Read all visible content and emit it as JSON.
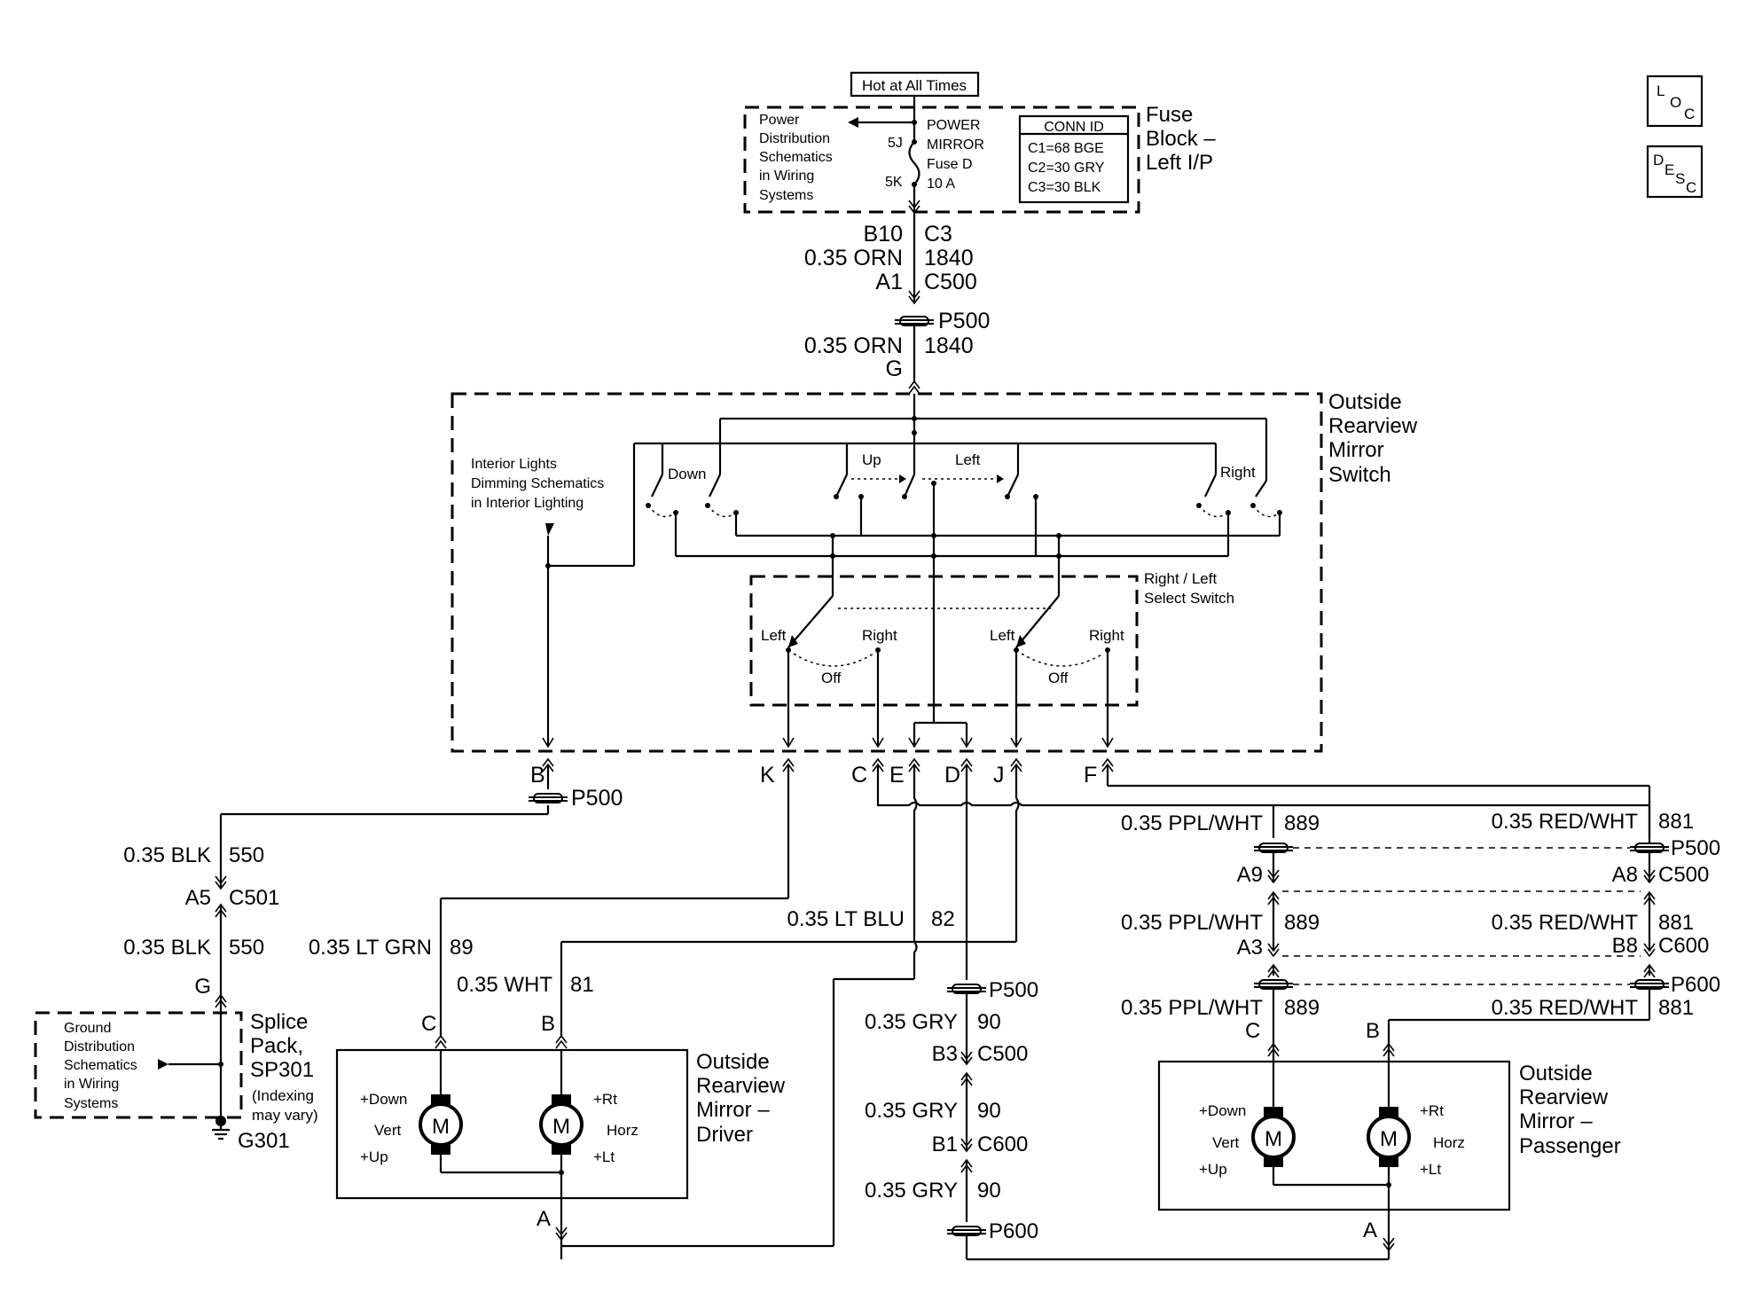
{
  "header": {
    "hot_label": "Hot at All Times",
    "fuse_block": [
      "Fuse",
      "Block –",
      "Left I/P"
    ],
    "power_dist": [
      "Power",
      "Distribution",
      "Schematics",
      "in Wiring",
      "Systems"
    ],
    "fuse_lines": [
      "POWER",
      "MIRROR",
      "Fuse D",
      "10 A"
    ],
    "fuse_5j": "5J",
    "fuse_5k": "5K",
    "conn_id_title": "CONN ID",
    "conn_ids": [
      "C1=68 BGE",
      "C2=30 GRY",
      "C3=30 BLK"
    ]
  },
  "side_icons": {
    "loc": [
      "L",
      "O",
      "C"
    ],
    "desc": [
      "D",
      "E",
      "S",
      "C"
    ]
  },
  "feed": {
    "b10": "B10",
    "c3": "C3",
    "wire1": "0.35 ORN",
    "circ1": "1840",
    "a1": "A1",
    "c500": "C500",
    "p500": "P500",
    "wire2": "0.35 ORN",
    "circ2": "1840",
    "g": "G"
  },
  "switch": {
    "title": [
      "Outside",
      "Rearview",
      "Mirror",
      "Switch"
    ],
    "interior": [
      "Interior Lights",
      "Dimming Schematics",
      "in Interior Lighting"
    ],
    "down": "Down",
    "up": "Up",
    "left": "Left",
    "right": "Right",
    "select_title": [
      "Right / Left",
      "Select Switch"
    ],
    "sel_left_1": "Left",
    "sel_right_1": "Right",
    "off_1": "Off",
    "sel_left_2": "Left",
    "sel_right_2": "Right",
    "off_2": "Off"
  },
  "pins": {
    "b": "B",
    "k": "K",
    "c": "C",
    "e": "E",
    "d": "D",
    "j": "J",
    "f": "F"
  },
  "ground": {
    "p500": "P500",
    "wire1": "0.35 BLK",
    "circ1": "550",
    "a5": "A5",
    "c501": "C501",
    "wire2": "0.35 BLK",
    "circ2": "550",
    "g": "G",
    "splice": [
      "Splice",
      "Pack,",
      "SP301"
    ],
    "indexing": [
      "(Indexing",
      "may vary)"
    ],
    "ground_dist": [
      "Ground",
      "Distribution",
      "Schematics",
      "in Wiring",
      "Systems"
    ],
    "g301": "G301"
  },
  "driver": {
    "ltgrn": "0.35 LT GRN",
    "c89": "89",
    "wht": "0.35 WHT",
    "c81": "81",
    "pin_c": "C",
    "pin_b": "B",
    "pin_a": "A",
    "title": [
      "Outside",
      "Rearview",
      "Mirror –",
      "Driver"
    ],
    "down": "+Down",
    "vert": "Vert",
    "up": "+Up",
    "rt": "+Rt",
    "horz": "Horz",
    "lt": "+Lt",
    "m": "M"
  },
  "center": {
    "ltblu": "0.35 LT BLU",
    "c82": "82",
    "p500": "P500",
    "gry1": "0.35 GRY",
    "c90a": "90",
    "b3": "B3",
    "c500": "C500",
    "gry2": "0.35 GRY",
    "c90b": "90",
    "b1": "B1",
    "c600": "C600",
    "gry3": "0.35 GRY",
    "c90c": "90",
    "p600": "P600"
  },
  "passenger": {
    "ppl1": "0.35 PPL/WHT",
    "c889a": "889",
    "red1": "0.35 RED/WHT",
    "c881a": "881",
    "p500": "P500",
    "a9": "A9",
    "a8": "A8",
    "c500": "C500",
    "ppl2": "0.35 PPL/WHT",
    "c889b": "889",
    "red2": "0.35 RED/WHT",
    "c881b": "881",
    "a3": "A3",
    "b8": "B8",
    "c600": "C600",
    "p600": "P600",
    "ppl3": "0.35 PPL/WHT",
    "c889c": "889",
    "red3": "0.35 RED/WHT",
    "c881c": "881",
    "pin_c": "C",
    "pin_b": "B",
    "pin_a": "A",
    "title": [
      "Outside",
      "Rearview",
      "Mirror –",
      "Passenger"
    ],
    "down": "+Down",
    "vert": "Vert",
    "up": "+Up",
    "rt": "+Rt",
    "horz": "Horz",
    "lt": "+Lt",
    "m": "M"
  }
}
